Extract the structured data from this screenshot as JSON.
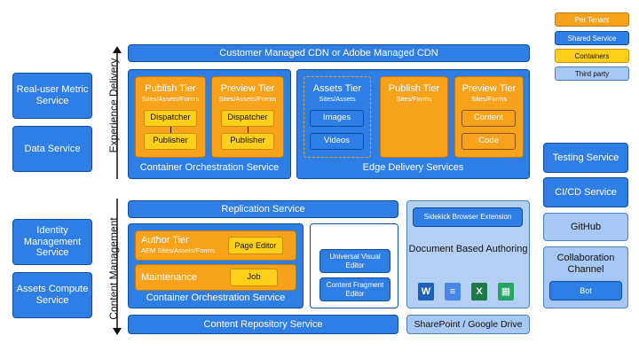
{
  "legend": {
    "per_tenant": "Per Tenant",
    "shared_service": "Shared Service",
    "containers": "Containers",
    "third_party": "Third party"
  },
  "left": {
    "rum": "Real-user Metric Service",
    "data": "Data Service",
    "identity": "Identity Management Service",
    "assets_compute": "Assets Compute Service"
  },
  "side_labels": {
    "experience_delivery": "Experience Delivery",
    "content_management": "Content Management"
  },
  "delivery": {
    "cdn": "Customer Managed CDN or Adobe Managed CDN",
    "container_orch": "Container Orchestration Service",
    "edge_delivery": "Edge Delivery Services",
    "publish_tier": {
      "title": "Publish Tier",
      "sub": "Sites/Assets/Forms",
      "dispatcher": "Dispatcher",
      "publisher": "Publisher"
    },
    "preview_tier": {
      "title": "Preview Tier",
      "sub": "Sites/Assets/Forms",
      "dispatcher": "Dispatcher",
      "publisher": "Publisher"
    },
    "assets_tier": {
      "title": "Assets Tier",
      "sub": "Sites/Assets",
      "images": "Images",
      "videos": "Videos"
    },
    "edge_publish_tier": {
      "title": "Publish Tier",
      "sub": "Sites/Forms"
    },
    "edge_preview_tier": {
      "title": "Preview Tier",
      "sub": "Sites/Forms",
      "content": "Content",
      "code": "Code"
    }
  },
  "management": {
    "replication": "Replication Service",
    "author_tier": {
      "title": "Author Tier",
      "sub": "AEM Sites/Assets/Forms",
      "page_editor": "Page Editor"
    },
    "maintenance": {
      "title": "Maintenance",
      "job": "Job"
    },
    "container_orch": "Container Orchestration Service",
    "universal_visual_editor": "Universal Visual Editor",
    "content_fragment_editor": "Content Fragment Editor",
    "sidekick": "Sidekick Browser Extension",
    "doc_authoring": "Document Based Authoring",
    "content_repo": "Content Repository Service",
    "sharepoint": "SharePoint / Google Drive",
    "doc_icons": [
      "W",
      "≡",
      "X",
      "▦"
    ]
  },
  "right": {
    "testing": "Testing Service",
    "cicd": "CI/CD Service",
    "github": "GitHub",
    "collab": "Collaboration Channel",
    "bot": "Bot"
  },
  "colors": {
    "shared": "#2e7ee6",
    "per_tenant": "#f7a21a",
    "containers": "#ffcf1a",
    "third_party": "#a7c8f2"
  }
}
